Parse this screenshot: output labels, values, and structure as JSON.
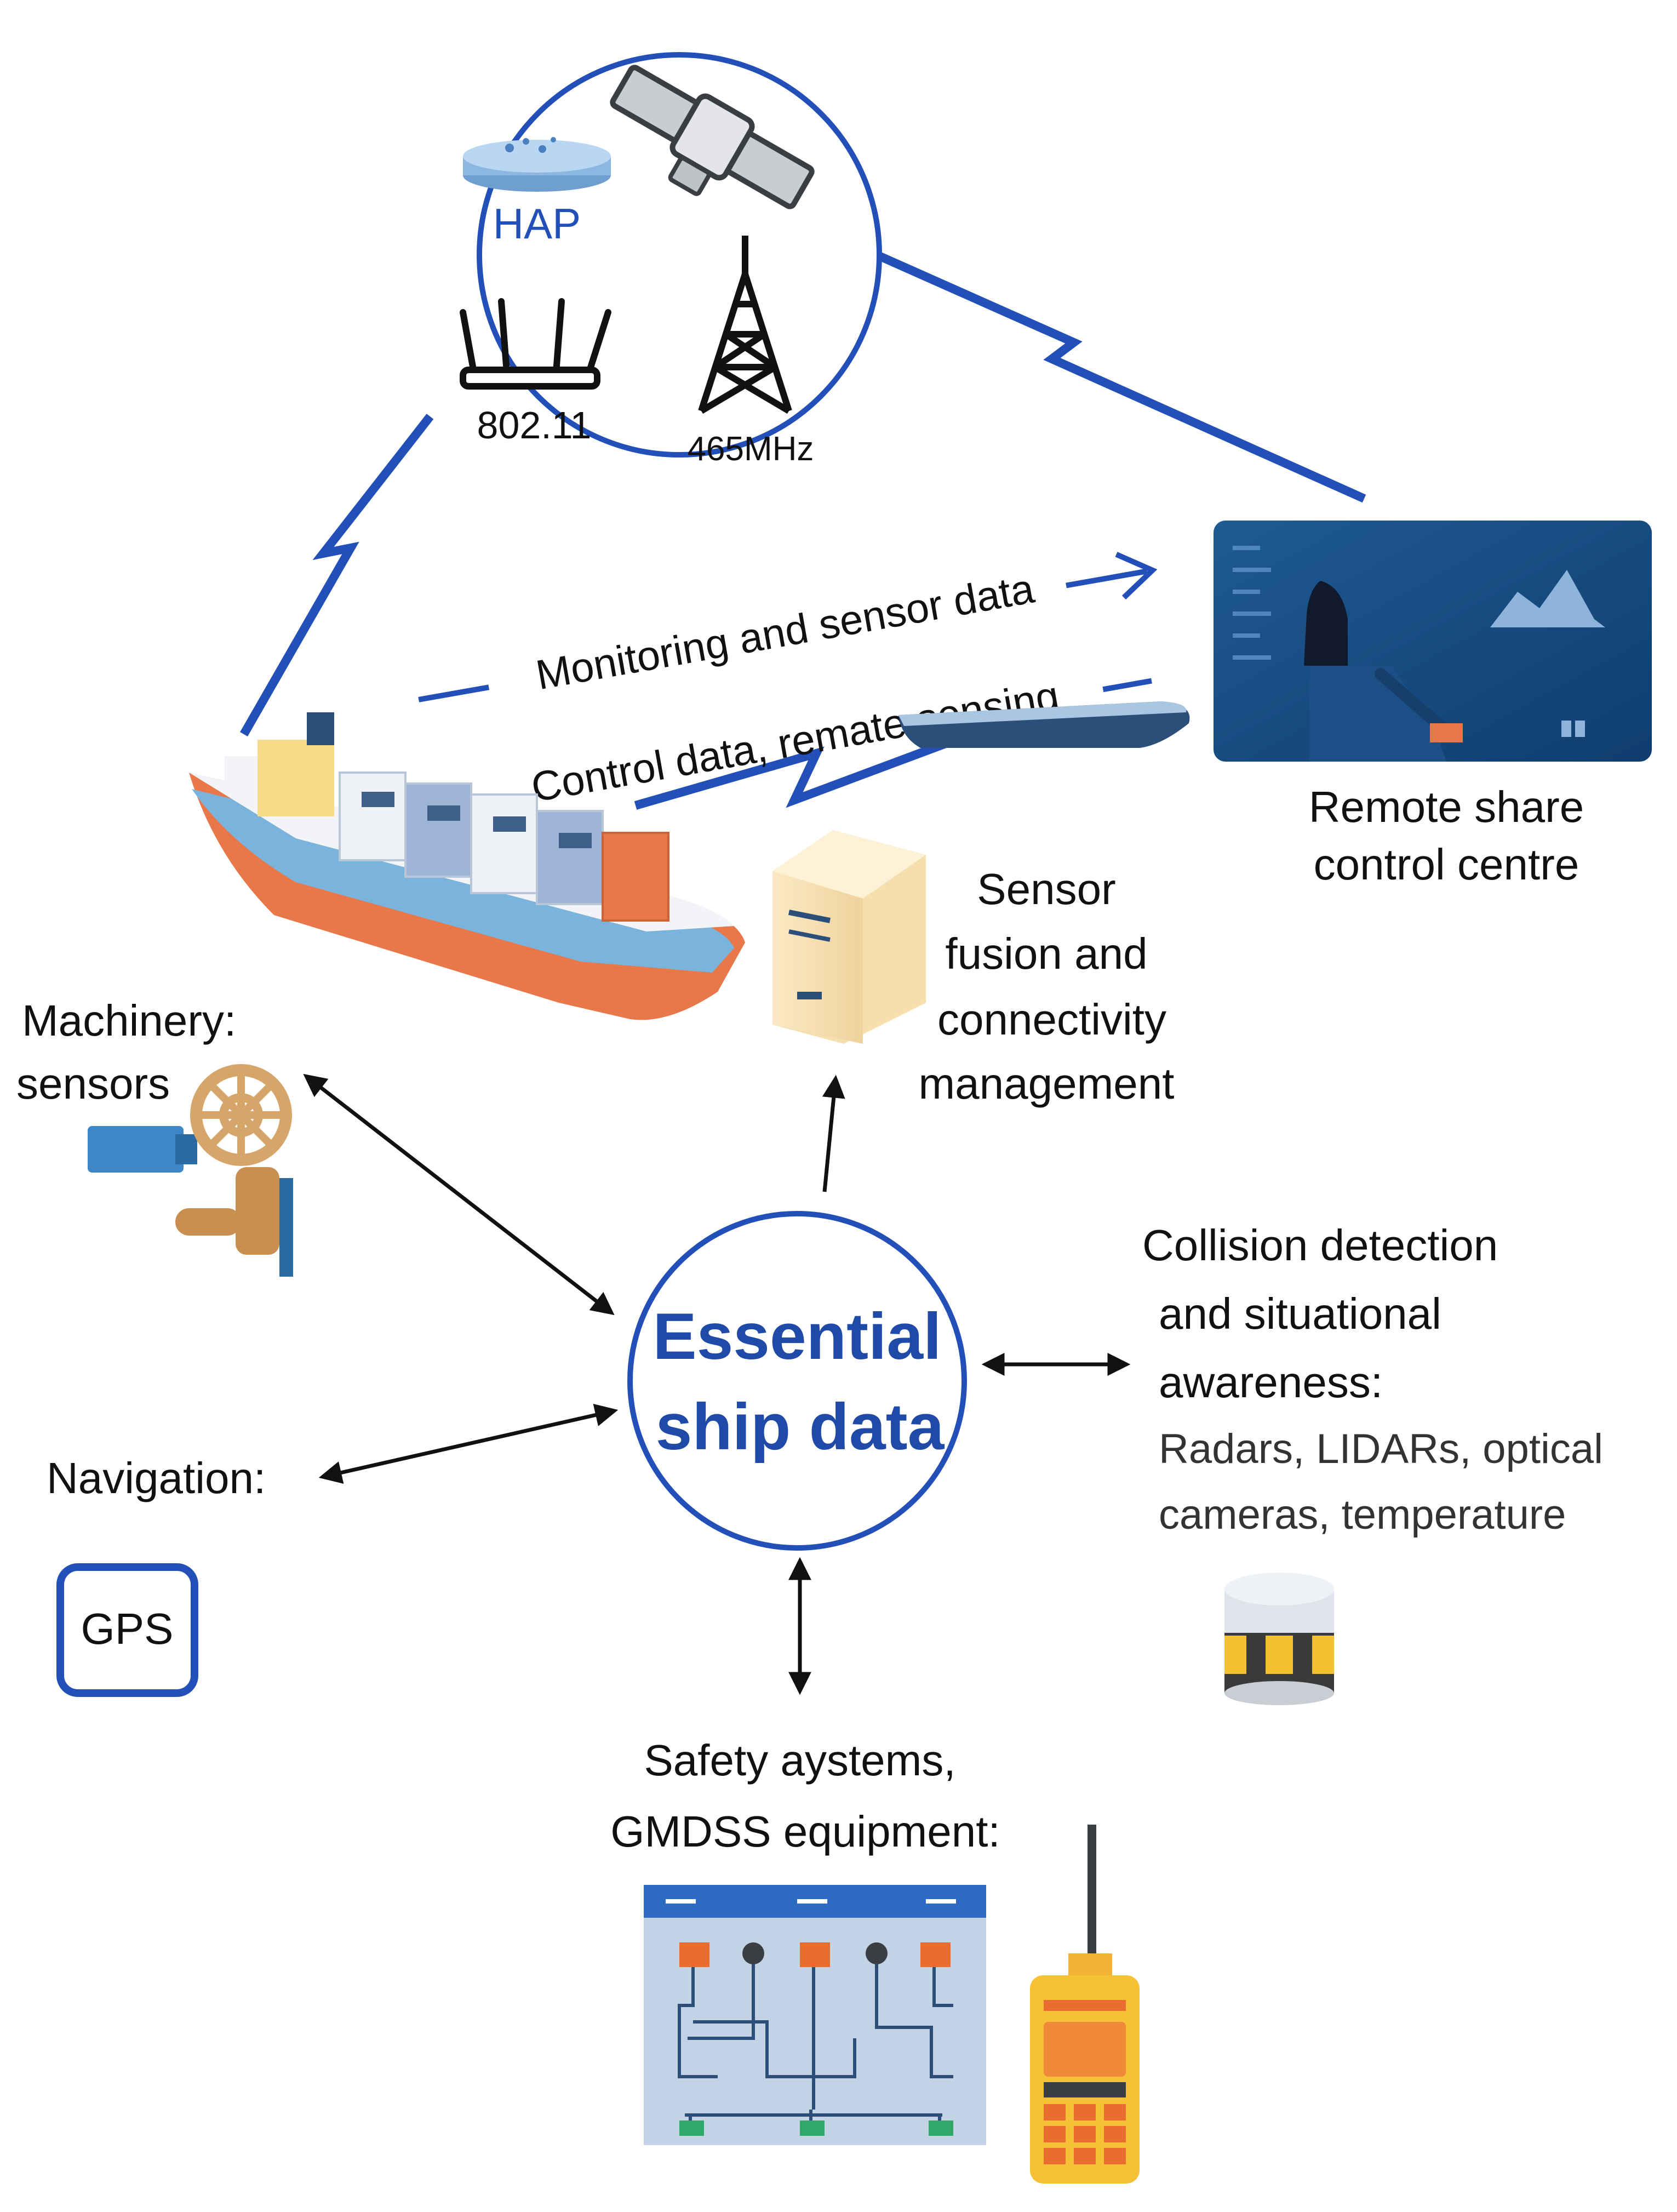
{
  "network": {
    "hap_label": "HAP",
    "wifi_label": "802.11",
    "radio_label": "465MHz"
  },
  "links": {
    "uplink_label": "Monitoring and sensor data",
    "downlink_label": "Control data, remate sensing"
  },
  "control_centre": {
    "title_line1": "Remote share",
    "title_line2": "control centre"
  },
  "sensor_fusion": {
    "line1": "Sensor",
    "line2": "fusion and",
    "line3": "connectivity",
    "line4": "management"
  },
  "core": {
    "line1": "Essential",
    "line2": "ship data"
  },
  "machinery": {
    "line1": "Machinery:",
    "line2": "sensors"
  },
  "navigation": {
    "title": "Navigation:",
    "gps_label": "GPS"
  },
  "collision": {
    "line1": "Collision detection",
    "line2": "and situational",
    "line3": "awareness:",
    "detail1": "Radars, LIDARs, optical",
    "detail2": "cameras, temperature"
  },
  "safety": {
    "line1": "Safety aystems,",
    "line2": "GMDSS equipment:"
  },
  "colors": {
    "accent_blue": "#2350b8",
    "core_text": "#1f4aa8",
    "hull_orange": "#e8784a",
    "hull_blue": "#7ab4dc"
  }
}
